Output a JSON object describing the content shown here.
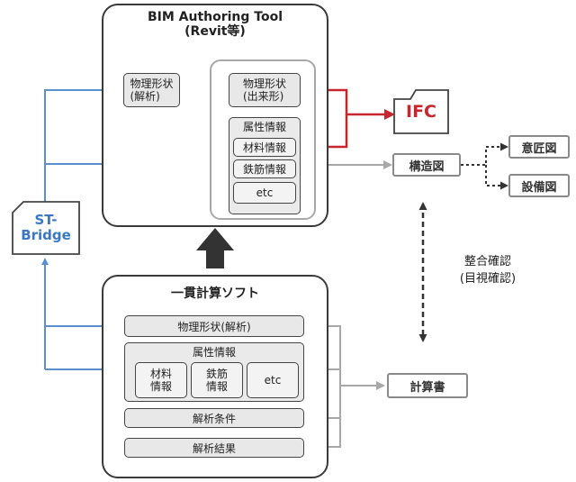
{
  "bim": {
    "title_line1": "BIM Authoring Tool",
    "title_line2": "(Revit等)",
    "phys_analysis": "物理形状\n(解析)",
    "phys_output": "物理形状\n(出来形)",
    "attr_title": "属性情報",
    "material": "材料情報",
    "rebar": "鉄筋情報",
    "etc": "etc"
  },
  "ifc": {
    "label": "IFC"
  },
  "stbridge": {
    "label": "ST-\nBridge"
  },
  "structure_drawing": "構造図",
  "design_drawing": "意匠図",
  "equipment_drawing": "設備図",
  "consistency": {
    "line1": "整合確認",
    "line2": "(目視確認)"
  },
  "calc_doc": "計算書",
  "soft": {
    "title": "一貫計算ソフト",
    "phys_analysis": "物理形状(解析)",
    "attr_title": "属性情報",
    "material": "材料\n情報",
    "rebar": "鉄筋\n情報",
    "etc": "etc",
    "analysis_cond": "解析条件",
    "analysis_result": "解析結果"
  },
  "colors": {
    "blue_arrow": "#5b8fd0",
    "red_arrow": "#c8262e",
    "gray_arrow": "#a8a8a8",
    "dark": "#333333",
    "ifc_text": "#c8262e",
    "stbridge_text": "#3b78c4"
  }
}
